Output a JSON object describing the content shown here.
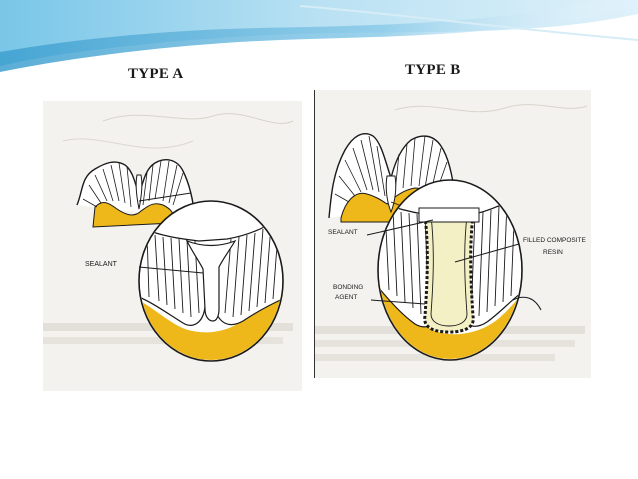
{
  "header": {
    "type_a": "TYPE A",
    "type_b": "TYPE B"
  },
  "figure_a": {
    "labels": {
      "sealant": "SEALANT"
    }
  },
  "figure_b": {
    "labels": {
      "sealant": "SEALANT",
      "filled_composite_line1": "FILLED COMPOSITE",
      "filled_composite_line2": "RESIN",
      "bonding_line1": "BONDING",
      "bonding_line2": "AGENT"
    }
  },
  "colors": {
    "sealant_yellow": "#efb81a",
    "resin_fill": "#f4f0c6",
    "banner_blue": "#5fb3d9",
    "panel_bg": "#f4f2ee",
    "line_dark": "#1a1a1a"
  }
}
